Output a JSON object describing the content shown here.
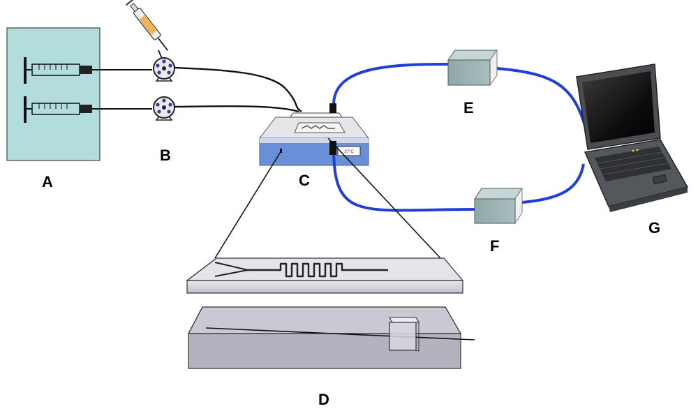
{
  "labels": {
    "a": "A",
    "b": "B",
    "c": "C",
    "d": "D",
    "e": "E",
    "f": "F",
    "g": "G"
  },
  "heater_display": "37°C",
  "colors": {
    "syringe_panel": "#b3dcdc",
    "heater_blue": "#6b8fd6",
    "fiber_blue": "#1f3fd8",
    "detector_box": "#9fb6b6",
    "tubing": "#111111"
  },
  "icons": [
    "syringe-icon",
    "valve-icon",
    "heater-stage",
    "laptop-icon",
    "detector-box",
    "microfluidic-chip"
  ]
}
